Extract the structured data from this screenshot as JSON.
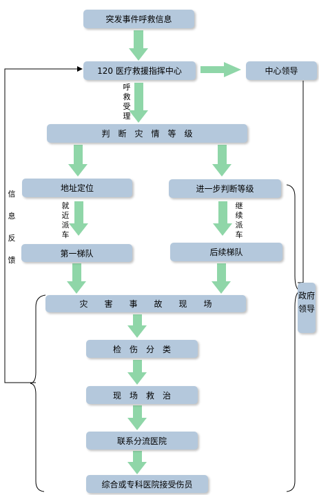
{
  "nodes": {
    "emergency_call_info": "突发事件呼救信息",
    "dispatch_center": "120 医疗救援指挥中心",
    "center_leadership": "中心领导",
    "judge_severity": "判　断　灾　情　等　级",
    "address_location": "地址定位",
    "further_assessment": "进一步判断等级",
    "first_echelon": "第一梯队",
    "follow_up_echelon": "后续梯队",
    "disaster_scene": "灾　　害　　事　　故　　现　　场",
    "triage": "检　伤　分　类",
    "onsite_treatment": "现　场　救　治",
    "contact_hospital": "联系分流医院",
    "receiving_hospital": "综合或专科医院接受伤员",
    "government_leadership": "政府领导"
  },
  "labels": {
    "call_acceptance": "呼救受理",
    "nearby_dispatch": "就近派车",
    "continue_dispatch": "继续派车",
    "info_feedback": "信　息　反　馈"
  },
  "colors": {
    "box_fill": "#b4c8dc",
    "arrow_fill": "#8fd6a8",
    "line": "#000000"
  }
}
